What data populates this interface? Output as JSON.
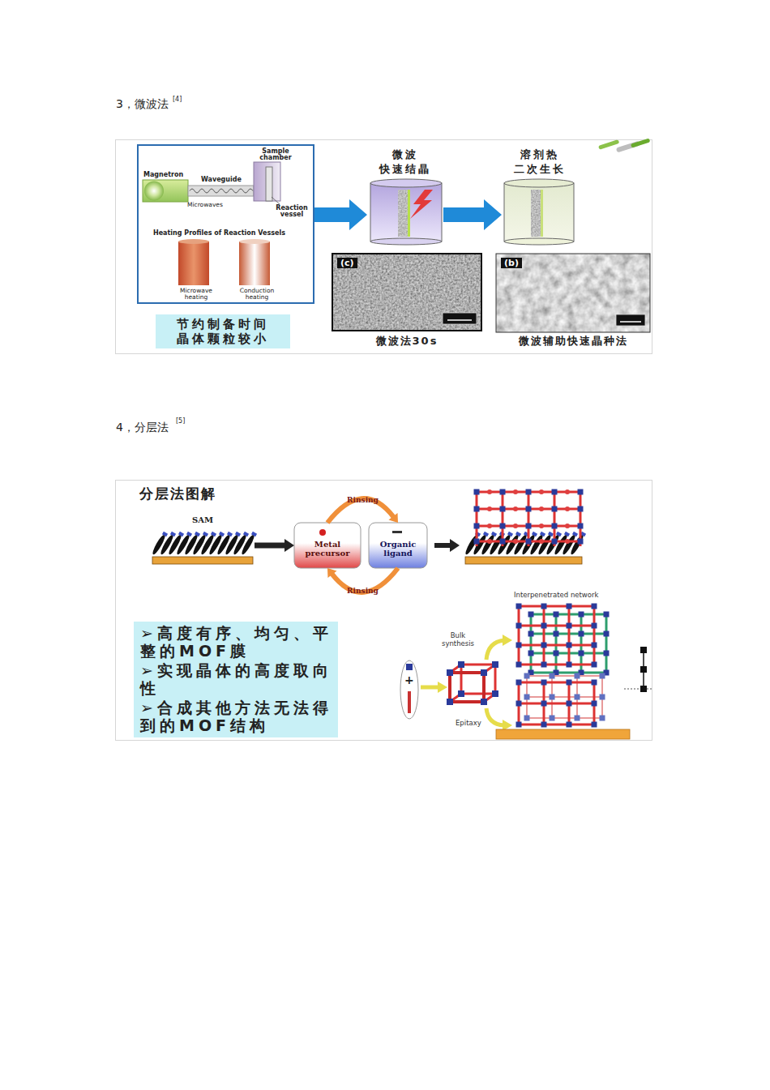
{
  "diagram": {
    "nodes": [
      {
        "text": [
          "Sample chamber",
          "Magnetron",
          "Waveguide",
          "Microwaves",
          "Reaction vessel",
          "Heating Profiles of Reaction Vessels",
          "Microwave heating",
          "Conduction heating"
        ]
      },
      {
        "text": [
          "节约制备时间 晶体颗粒较小"
        ]
      },
      {
        "text": [
          "微波 快速结晶"
        ]
      },
      {
        "text": [
          "溶剂热 二次生长"
        ]
      },
      {
        "text": [
          "(c)",
          "微波法30s"
        ]
      },
      {
        "text": [
          "(b)",
          "微波辅助快速晶种法"
        ]
      },
      {
        "text": [
          "SAM"
        ]
      },
      {
        "text": [
          "Metal precursor"
        ]
      },
      {
        "text": [
          "Organic ligand"
        ]
      },
      {
        "text": [
          "➢高度有序、均匀、平整的MOF膜",
          "➢实现晶体的高度取向性",
          "➢合成其他方法无法得到的MOF结构"
        ]
      }
    ],
    "edges": [
      {
        "from": 0,
        "to": 2,
        "arrow": "to"
      },
      {
        "from": 2,
        "to": 3,
        "arrow": "to"
      },
      {
        "from": 6,
        "to": 7,
        "arrow": "to"
      },
      {
        "from": 7,
        "to": 8,
        "label": "Rinsing",
        "arrow": "to"
      },
      {
        "from": 8,
        "to": 7,
        "label": "Rinsing",
        "arrow": "to"
      }
    ],
    "labels": [
      "3，微波法",
      "[4]",
      "4，分层法",
      "[5]",
      "分层法图解",
      "Interpenetrated network",
      "Bulk synthesis",
      "Epitaxy",
      "+"
    ]
  }
}
